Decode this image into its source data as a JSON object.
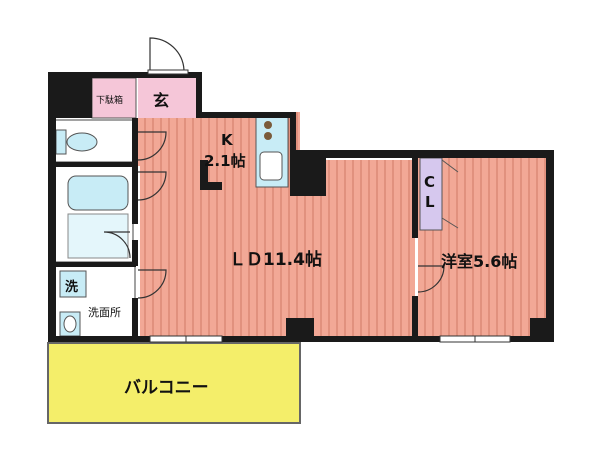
{
  "rooms": {
    "genkan": "玄",
    "shoe_box": "下駄箱",
    "kitchen_k": "K",
    "kitchen_size": "2.1帖",
    "ld": "ＬＤ11.4帖",
    "closet_c": "C",
    "closet_l": "L",
    "western_room": "洋室5.6帖",
    "washer": "洗",
    "washroom": "洗面所",
    "balcony": "バルコニー"
  },
  "colors": {
    "wall": "#1a1a1a",
    "floor": "#f2a896",
    "floor_stripe": "#d07a66",
    "wet_area": "#ffffff",
    "fixture": "#c8ecf6",
    "entrance": "#f5c6d8",
    "closet": "#d6c8ee",
    "balcony": "#f4ee6a",
    "outline": "#555555"
  }
}
